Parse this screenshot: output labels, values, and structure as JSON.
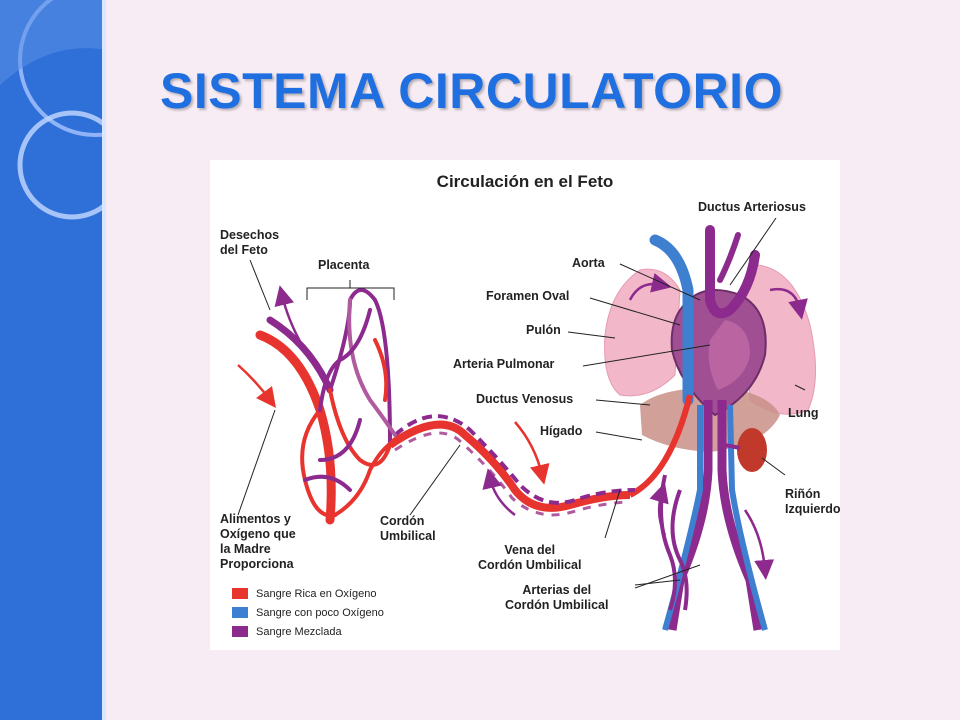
{
  "slide": {
    "title": "SISTEMA CIRCULATORIO",
    "accent_color": "#2f6fd8",
    "title_color": "#1f6fe0",
    "background": "#f8ecf4"
  },
  "figure": {
    "title": "Circulación en el Feto",
    "labels": {
      "desechos": "Desechos\ndel Feto",
      "placenta": "Placenta",
      "alimentos": "Alimentos y\nOxígeno que\nla Madre\nProporciona",
      "cordon": "Cordón\nUmbilical",
      "ductus_arteriosus": "Ductus Arteriosus",
      "aorta": "Aorta",
      "foramen_oval": "Foramen Oval",
      "pulon": "Pulón",
      "arteria_pulmonar": "Arteria Pulmonar",
      "ductus_venosus": "Ductus Venosus",
      "higado": "Hígado",
      "lung": "Lung",
      "rinon": "Riñón\nIzquierdo",
      "vena_cordon": "Vena del\nCordón Umbilical",
      "arterias_cordon": "Arterias del\nCordón Umbilical"
    },
    "legend": [
      {
        "label": "Sangre Rica en Oxígeno",
        "color": "#e8342e"
      },
      {
        "label": "Sangre con poco Oxígeno",
        "color": "#3f7fd0"
      },
      {
        "label": "Sangre Mezclada",
        "color": "#8c2a8e"
      }
    ],
    "colors": {
      "oxygen_rich": "#e8342e",
      "low_oxygen": "#3f7fd0",
      "mixed": "#8c2a8e",
      "lung": "#f2b7c9",
      "liver": "#c98f86",
      "kidney": "#c0392b"
    }
  }
}
